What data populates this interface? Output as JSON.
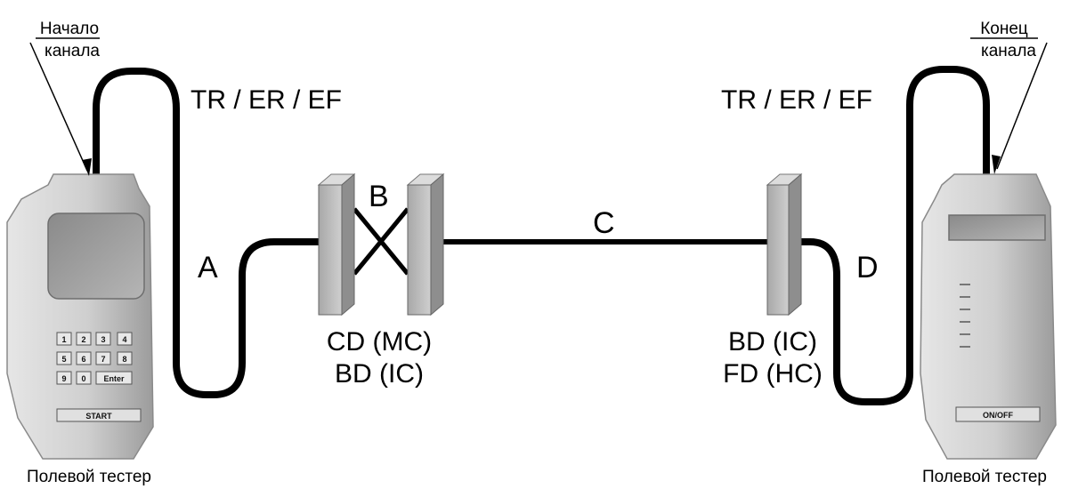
{
  "diagram": {
    "left_callout": {
      "line1": "Начало",
      "line2": "канала"
    },
    "right_callout": {
      "line1": "Конец",
      "line2": "канала"
    },
    "left_cord_label": "TR / ER / EF",
    "right_cord_label": "TR / ER / EF",
    "segments": {
      "a": "A",
      "b": "B",
      "c": "C",
      "d": "D"
    },
    "left_panel_labels": {
      "line1": "CD (MC)",
      "line2": "BD (IC)"
    },
    "right_panel_labels": {
      "line1": "BD (IC)",
      "line2": "FD (HC)"
    },
    "left_tester": {
      "caption": "Полевой тестер",
      "keys": [
        "1",
        "2",
        "3",
        "4",
        "5",
        "6",
        "7",
        "8",
        "9",
        "0",
        "Enter"
      ],
      "start_button": "START"
    },
    "right_tester": {
      "caption": "Полевой тестер",
      "power_button": "ON/OFF"
    }
  },
  "colors": {
    "line": "#000000",
    "device_body": "#c8c8c8",
    "panel": "#bdbdbd",
    "screen": "#9a9a9a"
  }
}
